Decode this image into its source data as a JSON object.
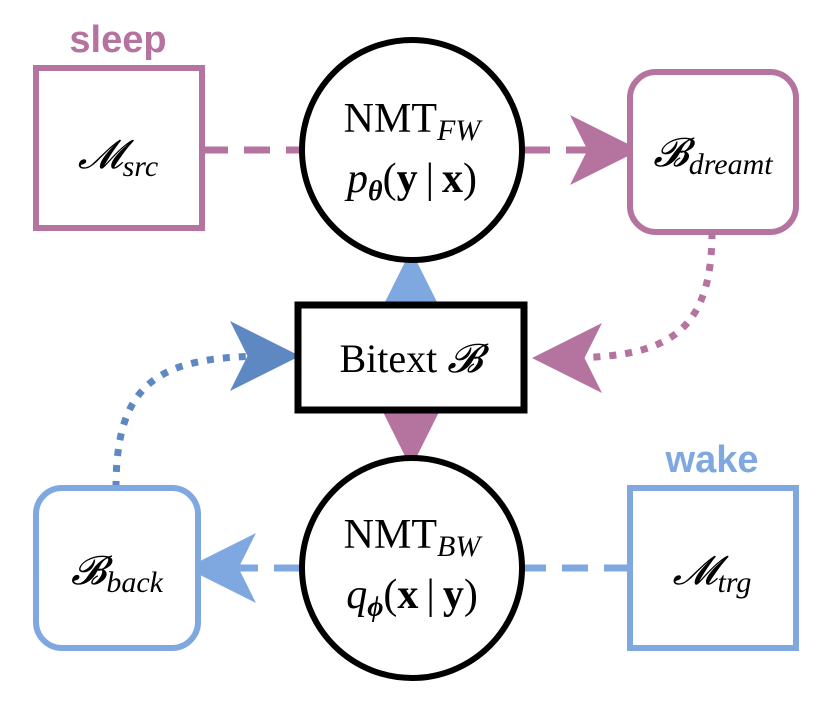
{
  "colors": {
    "sleep": "#b5739f",
    "wake": "#7fa8e0",
    "wake_dark": "#5e88c2",
    "black": "#000000"
  },
  "labels": {
    "sleep": "sleep",
    "wake": "wake"
  },
  "nodes": {
    "m_src": {
      "base": "𝓜",
      "sub": "src"
    },
    "b_dreamt": {
      "base": "𝓑",
      "sub": "dreamt"
    },
    "nmt_fw": {
      "line1_base": "NMT",
      "line1_sub": "FW",
      "p": "p",
      "theta": "θ",
      "y": "y",
      "bar": "|",
      "x": "x",
      "open": "(",
      "close": ")"
    },
    "bitext": {
      "text": "Bitext ",
      "script": "𝓑"
    },
    "nmt_bw": {
      "line1_base": "NMT",
      "line1_sub": "BW",
      "q": "q",
      "phi": "ϕ",
      "x": "x",
      "bar": "|",
      "y": "y",
      "open": "(",
      "close": ")"
    },
    "b_back": {
      "base": "𝓑",
      "sub": "back"
    },
    "m_trg": {
      "base": "𝓜",
      "sub": "trg"
    }
  }
}
